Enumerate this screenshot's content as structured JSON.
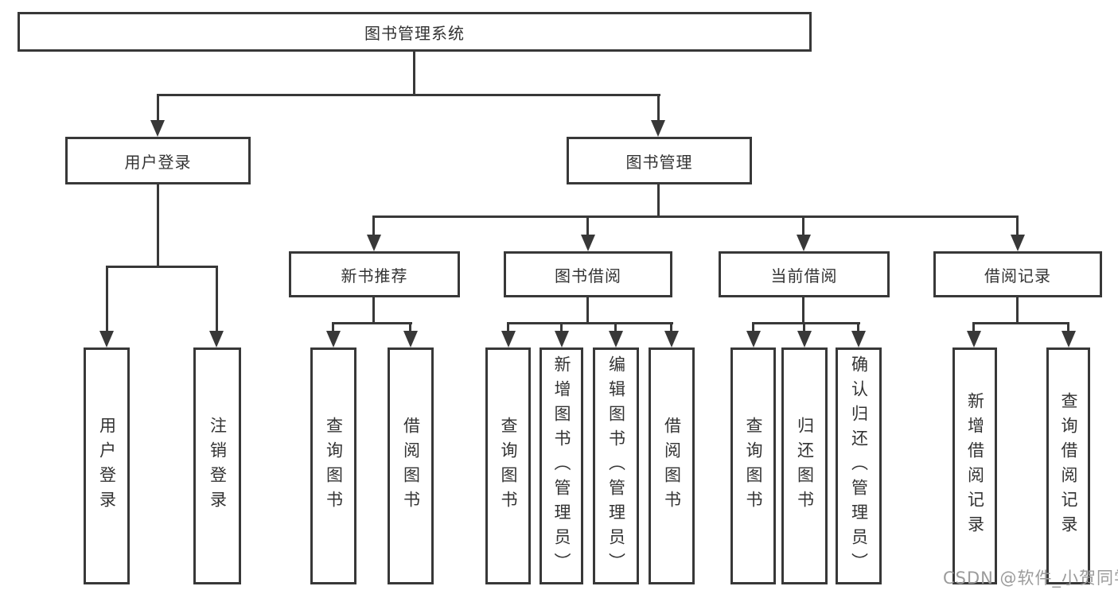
{
  "diagram": {
    "title": "图书管理系统",
    "level1": [
      {
        "label": "用户登录"
      },
      {
        "label": "图书管理"
      }
    ],
    "level2": [
      {
        "label": "新书推荐"
      },
      {
        "label": "图书借阅"
      },
      {
        "label": "当前借阅"
      },
      {
        "label": "借阅记录"
      }
    ],
    "leaves": {
      "login": [
        "用户登录",
        "注销登录"
      ],
      "recommend": [
        "查询图书",
        "借阅图书"
      ],
      "borrow": [
        "查询图书",
        "新增图书（管理员）",
        "编辑图书（管理员）",
        "借阅图书"
      ],
      "current": [
        "查询图书",
        "归还图书",
        "确认归还（管理员）"
      ],
      "records": [
        "新增借阅记录",
        "查询借阅记录"
      ]
    }
  },
  "watermark": {
    "text": "CSDN @软件_小贺同学",
    "color": "#9b9b9b"
  },
  "colors": {
    "line": "#383838",
    "text": "#333333",
    "background": "#ffffff"
  }
}
